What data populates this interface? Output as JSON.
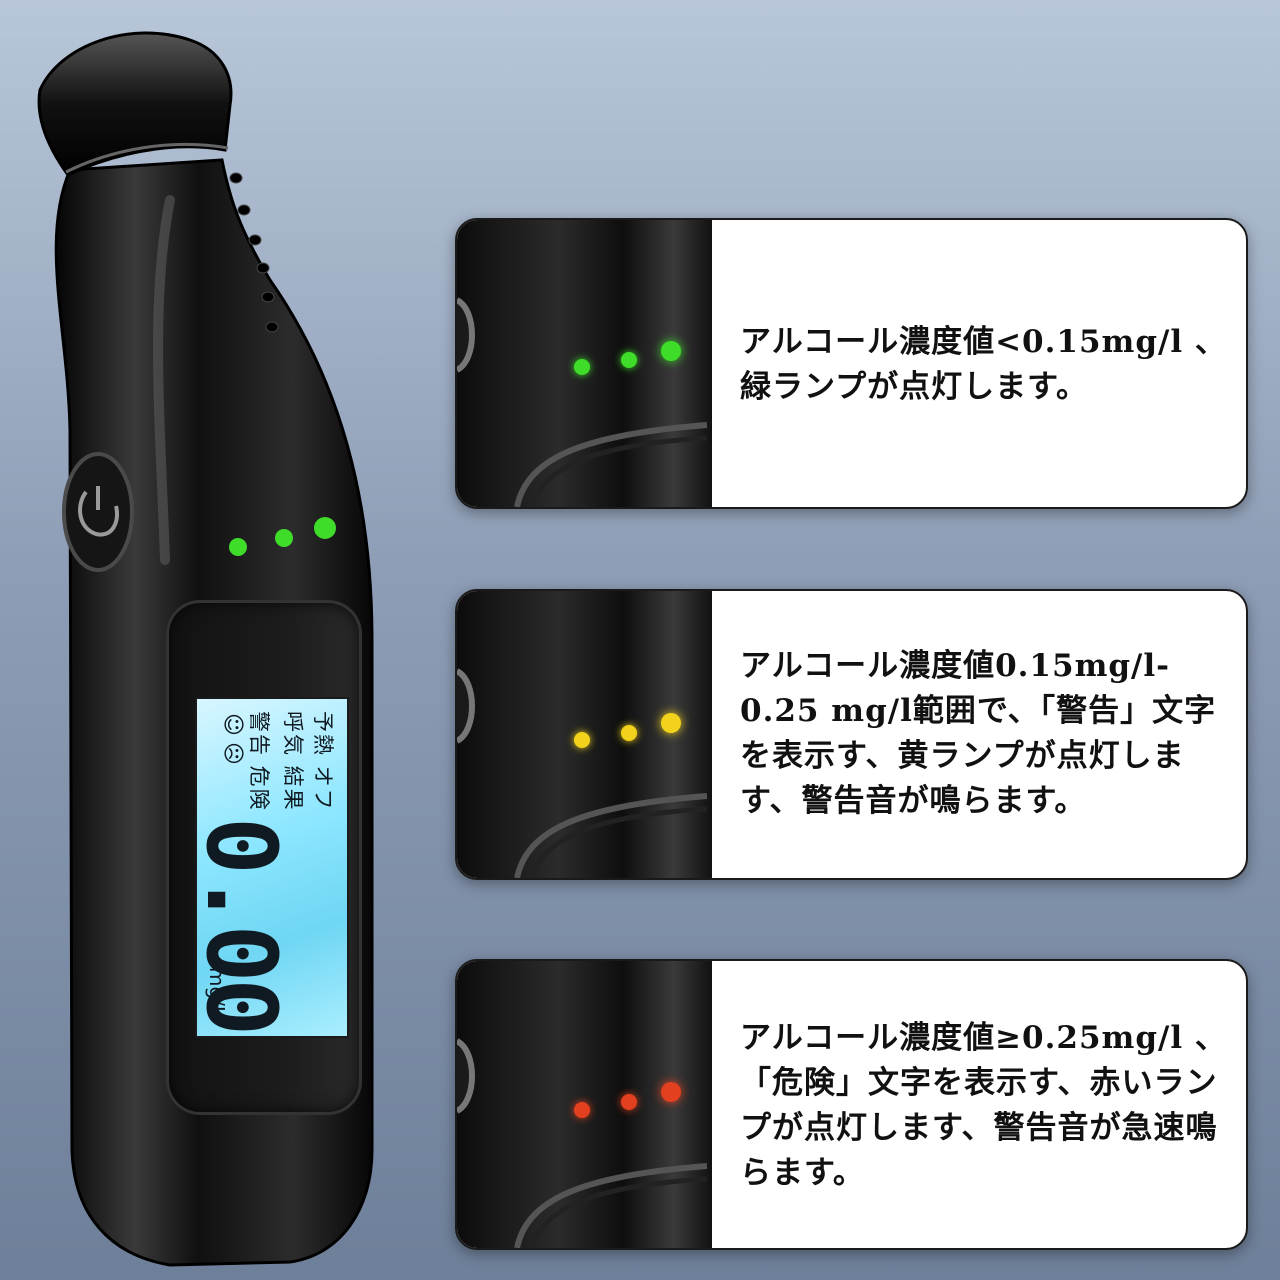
{
  "lcd": {
    "row1": "予熱 オフ",
    "row2": "呼気 結果",
    "row3": "警告 危険",
    "reading": "0.000",
    "unit": "mg/L"
  },
  "panels": [
    {
      "led_color": "#3fdc2a",
      "text": "アルコール濃度値<0.15mg/l 、緑ランプが点灯します。"
    },
    {
      "led_color": "#f2d21b",
      "text": "アルコール濃度値0.15mg/l-0.25 mg/l範囲で、「警告」文字を表示す、黄ランプが点灯します、警告音が鳴らます。"
    },
    {
      "led_color": "#e2401e",
      "text": "アルコール濃度値≥0.25mg/l 、「危険」文字を表示す、赤いランプが点灯します、警告音が急速鳴らます。"
    }
  ],
  "colors": {
    "body": "#0d0d0d",
    "led_green": "#3fdc2a",
    "led_yellow": "#f2d21b",
    "led_red": "#e2401e"
  }
}
